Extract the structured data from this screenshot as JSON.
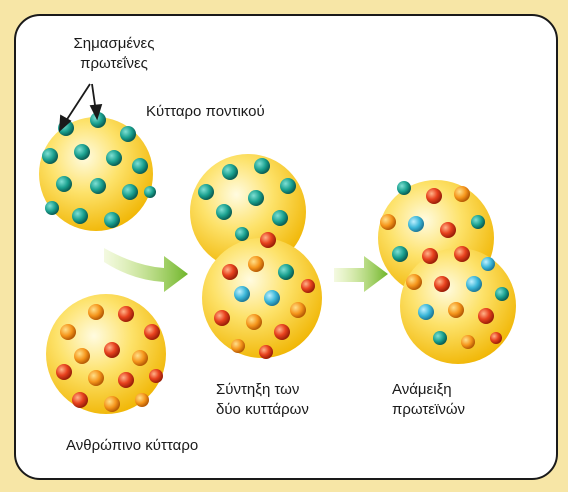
{
  "labels": {
    "marked_proteins_line1": "Σημασμένες",
    "marked_proteins_line2": "πρωτεΐνες",
    "mouse_cell": "Κύτταρο ποντικού",
    "human_cell": "Ανθρώπινο κύτταρο",
    "fusion_line1": "Σύντηξη των",
    "fusion_line2": "δύο κυττάρων",
    "mixing_line1": "Ανάμειξη",
    "mixing_line2": "πρωτεϊνών"
  },
  "colors": {
    "background": "#f7e6a6",
    "cell_body": "#f5c21b",
    "cell_highlight": "#fff7c2",
    "mouse_protein": "#1aa08f",
    "human_protein": "#e8421e",
    "arrow": "#8cc23a"
  }
}
